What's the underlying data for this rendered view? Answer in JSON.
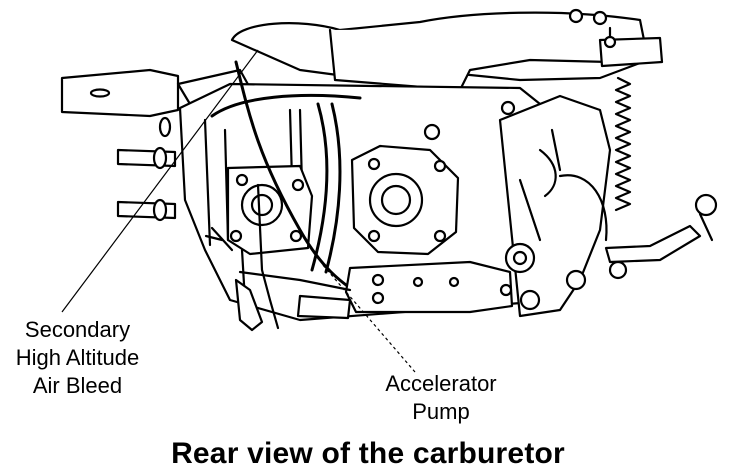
{
  "labels": {
    "secondary_air_bleed": [
      "Secondary",
      "High Altitude",
      "Air Bleed"
    ],
    "accelerator_pump": [
      "Accelerator",
      "Pump"
    ]
  },
  "caption": "Rear view of the carburetor"
}
